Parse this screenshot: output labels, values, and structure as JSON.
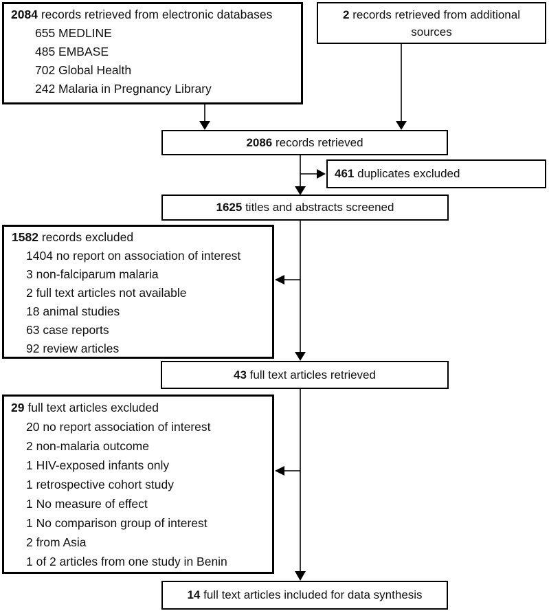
{
  "diagram": {
    "electronic": {
      "count": "2084",
      "label": "records retrieved from electronic databases",
      "items": [
        "655 MEDLINE",
        "485 EMBASE",
        "702 Global Health",
        "242 Malaria in Pregnancy Library"
      ]
    },
    "additional": {
      "count": "2",
      "label": "records retrieved from additional sources"
    },
    "retrieved": {
      "count": "2086",
      "label": "records retrieved"
    },
    "duplicates": {
      "count": "461",
      "label": "duplicates excluded"
    },
    "screened": {
      "count": "1625",
      "label": "titles and abstracts screened"
    },
    "records_excluded": {
      "count": "1582",
      "label": "records excluded",
      "items": [
        "1404 no report on association of interest",
        "3 non-falciparum malaria",
        "2 full text articles not available",
        "18 animal studies",
        "63 case reports",
        "92 review articles"
      ]
    },
    "fulltext_retrieved": {
      "count": "43",
      "label": "full text articles retrieved"
    },
    "fulltext_excluded": {
      "count": "29",
      "label": "full text articles excluded",
      "items": [
        "20 no report association of interest",
        "2 non-malaria outcome",
        "1 HIV-exposed infants only",
        "1 retrospective cohort study",
        "1 No measure of effect",
        "1 No comparison group of interest",
        "2 from Asia",
        "1 of 2 articles from one study in Benin"
      ]
    },
    "included": {
      "count": "14",
      "label": "full text articles included for data synthesis"
    }
  },
  "colors": {
    "line": "#000000",
    "text": "#111111",
    "background": "#ffffff"
  }
}
